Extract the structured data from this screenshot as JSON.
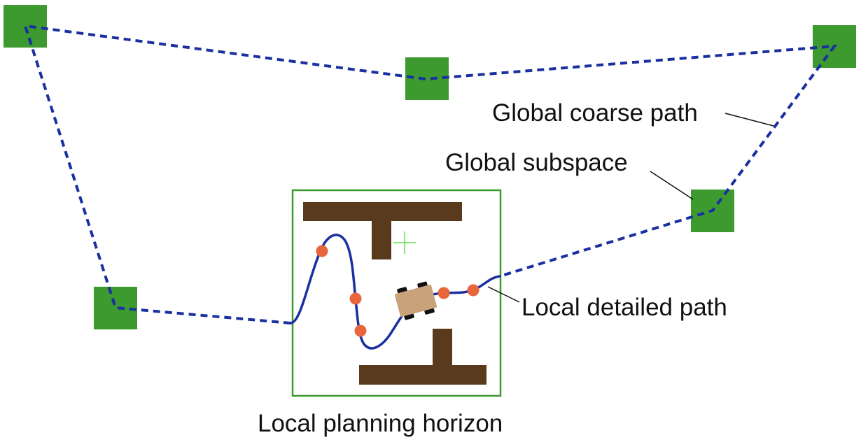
{
  "labels": {
    "global_coarse_path": "Global coarse path",
    "global_subspace": "Global subspace",
    "local_detailed_path": "Local detailed path",
    "local_planning_horizon": "Local planning horizon"
  },
  "colors": {
    "subspace_fill": "#3c9a2e",
    "coarse_path": "#1a2fa0",
    "local_path": "#1a2fa0",
    "horizon_border": "#3c9a2e",
    "obstacle": "#5a3a1c",
    "waypoint": "#e8663b",
    "robot_body": "#c8a27a",
    "robot_wheel": "#111111",
    "goal_marker": "#66dd55",
    "leader_line": "#111111"
  },
  "icons": {
    "robot": "robot-vehicle-icon",
    "goal": "goal-crosshair-icon"
  }
}
